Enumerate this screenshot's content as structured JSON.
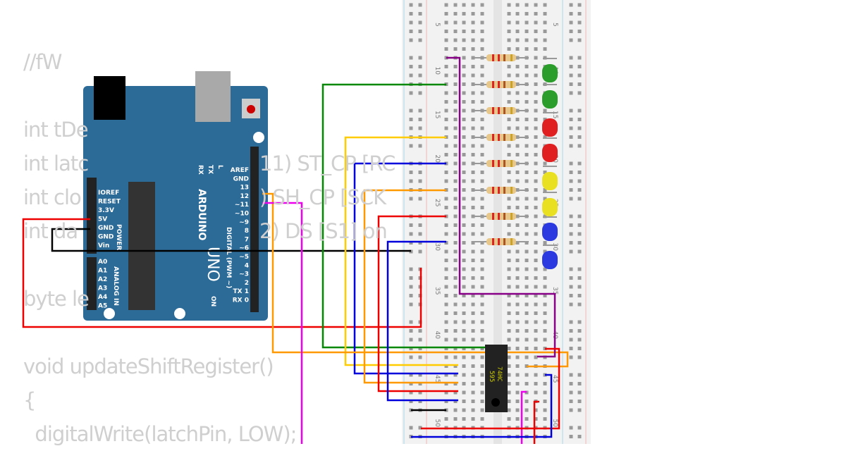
{
  "code_lines": [
    "//fW",
    "",
    "int tDe",
    "int latc                           11) ST_CP [RC",
    "int clo                           ) SH_CP [SCK",
    "int da                           2) DS [S1] on",
    "",
    "byte le",
    "",
    "void updateShiftRegister()",
    "{",
    "  digitalWrite(latchPin, LOW);"
  ],
  "arduino": {
    "brand": "ARDUINO",
    "model": "UNO",
    "power_pins": [
      "IOREF",
      "RESET",
      "3.3V",
      "5V",
      "GND",
      "GND",
      "Vin"
    ],
    "analog_pins": [
      "A0",
      "A1",
      "A2",
      "A3",
      "A4",
      "A5"
    ],
    "power_label": "POWER",
    "analog_label": "ANALOG IN",
    "digital_pins": [
      "AREF",
      "GND",
      "13",
      "12",
      "~11",
      "~10",
      "~9",
      "8",
      "7",
      "~6",
      "~5",
      "4",
      "~3",
      "2",
      "TX 1",
      "RX 0"
    ],
    "digital_label": "DIGITAL (PWM ~)",
    "led_labels": [
      "RX",
      "TX",
      "L"
    ],
    "on_label": "ON",
    "color": "#2c6b98"
  },
  "breadboard": {
    "row_labels": [
      "5",
      "10",
      "15",
      "20",
      "25",
      "30",
      "35",
      "40",
      "45",
      "50"
    ]
  },
  "chip": {
    "line1": "74HC",
    "line2": "595"
  },
  "leds": [
    "#2a9d2a",
    "#2a9d2a",
    "#e02020",
    "#e02020",
    "#e8e020",
    "#e8e020",
    "#2a3ae0",
    "#2a3ae0"
  ]
}
